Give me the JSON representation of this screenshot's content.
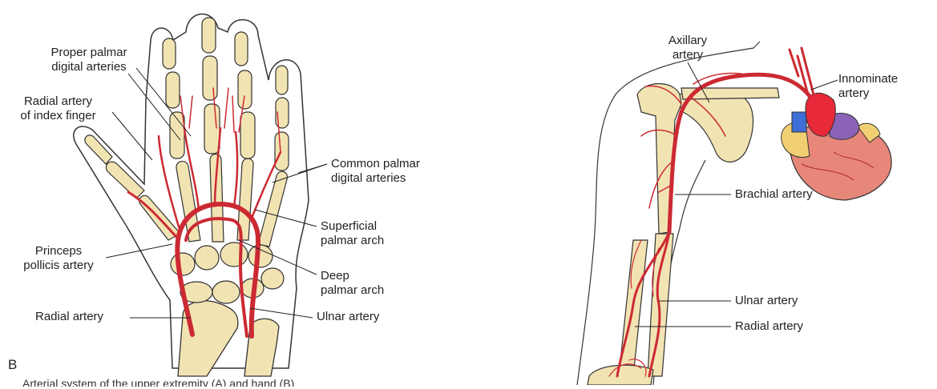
{
  "hand_panel": {
    "panel_letter": "B",
    "labels": {
      "proper_palmar_1": "Proper palmar",
      "proper_palmar_2": "digital arteries",
      "radial_index_1": "Radial artery",
      "radial_index_2": "of index finger",
      "common_palmar_1": "Common palmar",
      "common_palmar_2": "digital arteries",
      "superficial_arch_1": "Superficial",
      "superficial_arch_2": "palmar arch",
      "princeps_1": "Princeps",
      "princeps_2": "pollicis artery",
      "deep_arch_1": "Deep",
      "deep_arch_2": "palmar arch",
      "radial_artery": "Radial artery",
      "ulnar_artery": "Ulnar artery"
    }
  },
  "arm_panel": {
    "labels": {
      "axillary_1": "Axillary",
      "axillary_2": "artery",
      "innominate_1": "Innominate",
      "innominate_2": "artery",
      "brachial": "Brachial artery",
      "ulnar": "Ulnar artery",
      "radial": "Radial artery"
    }
  },
  "caption": "Arterial system of the upper extremity (A) and hand (B)",
  "colors": {
    "artery": "#cc2a33",
    "bone": "#f2e3b3",
    "bone_outline": "#333333",
    "heart": "#e7877a",
    "aorta": "#e8293a",
    "vein_blue": "#3f6fd6",
    "vein_purple": "#8a62b8",
    "fat_yellow": "#f1d074"
  }
}
